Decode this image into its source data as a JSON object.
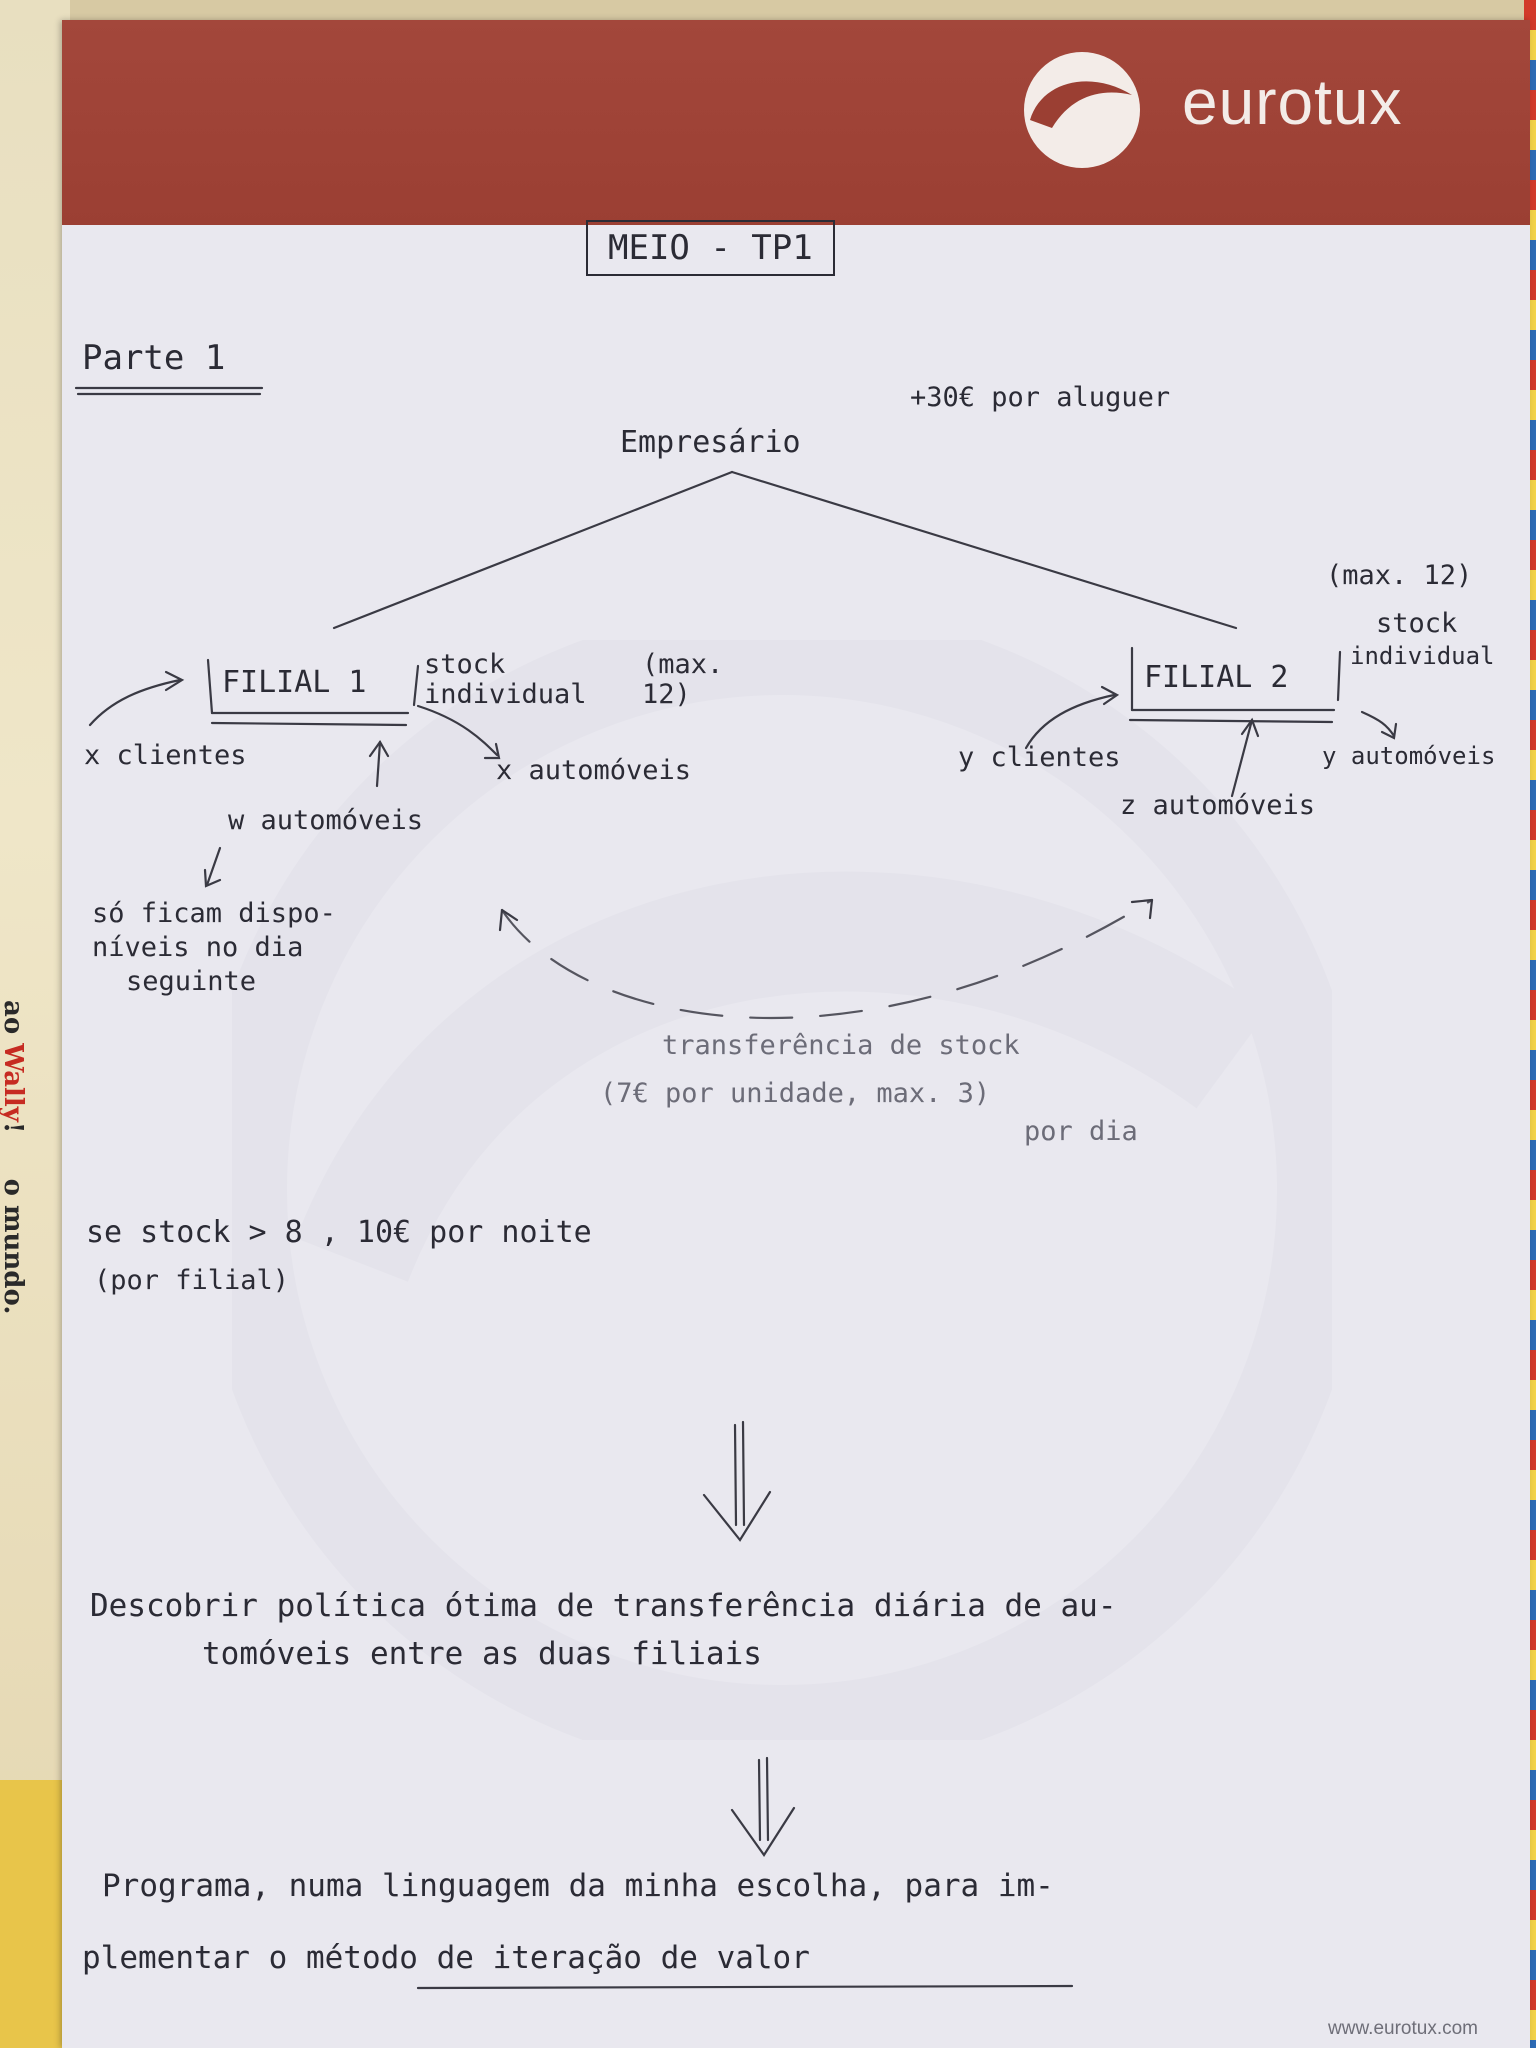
{
  "brand": {
    "name": "eurotux",
    "website": "www.eurotux.com"
  },
  "background": {
    "comic_text_1": "ao Wally!",
    "comic_highlight": "Wally",
    "comic_text_2": "o mundo."
  },
  "note": {
    "title": "MEIO - TP1",
    "section": "Parte 1",
    "diagram": {
      "root": "Empresário",
      "root_note": "+30€ por aluguer",
      "branch1": {
        "label": "FILIAL 1",
        "stock": "stock individual",
        "max": "(max. 12)",
        "in_clients": "x clientes",
        "out_cars": "x automóveis",
        "returns": "w automóveis",
        "returns_note_1": "só ficam dispo-",
        "returns_note_2": "níveis no dia",
        "returns_note_3": "seguinte"
      },
      "branch2": {
        "label": "FILIAL 2",
        "max": "(max. 12)",
        "stock_1": "stock",
        "stock_2": "individual",
        "in_clients": "y clientes",
        "out_cars": "y automóveis",
        "returns": "z automóveis"
      },
      "transfer_1": "transferência de stock",
      "transfer_2": "(7€ por unidade, max. 3)",
      "transfer_3": "por dia"
    },
    "cost_rule_1": "se stock > 8 , 10€ por noite",
    "cost_rule_2": "(por filial)",
    "goal_1": "Descobrir política ótima de transferência diária de au-",
    "goal_2": "tomóveis entre as duas filiais",
    "task_1": "Programa, numa linguagem da minha escolha, para im-",
    "task_2a": "plementar o ",
    "task_2b": "método de iteração de valor"
  }
}
